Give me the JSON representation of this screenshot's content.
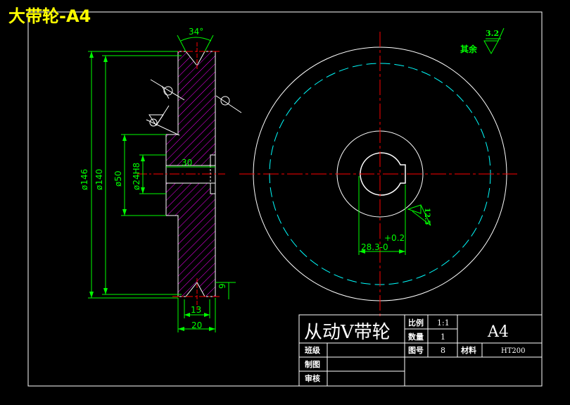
{
  "sheet_title": "大带轮-A4",
  "colors": {
    "background": "#000000",
    "outline": "#ffffff",
    "dimension": "#00ff00",
    "centerline": "#ff0000",
    "pitch_circle": "#00ffff",
    "hatch": "#ff00ff",
    "sheet_title": "#ffff00"
  },
  "side_view": {
    "groove_angle": "34°",
    "dim_outer": "ø146",
    "dim_pitch": "ø140",
    "dim_hub": "ø50",
    "dim_bore": "ø24H8",
    "dim_hub_length": "30",
    "dim_groove_top": "13",
    "dim_width": "20",
    "dim_groove_depth": "9"
  },
  "front_view": {
    "keyway_upper_tol": "+0.2",
    "keyway_dim": "28.3-0",
    "roughness_keyway": "12.5"
  },
  "roughness_note": {
    "label": "其余",
    "value": "3.2"
  },
  "title_block": {
    "part_name": "从动V带轮",
    "scale_label": "比例",
    "scale_value": "1:1",
    "qty_label": "数量",
    "qty_value": "1",
    "size": "A4",
    "drawing_no_label": "图号",
    "drawing_no_value": "8",
    "material_label": "材料",
    "material_value": "HT200",
    "class_label": "班级",
    "drawn_label": "制图",
    "checked_label": "审核"
  }
}
